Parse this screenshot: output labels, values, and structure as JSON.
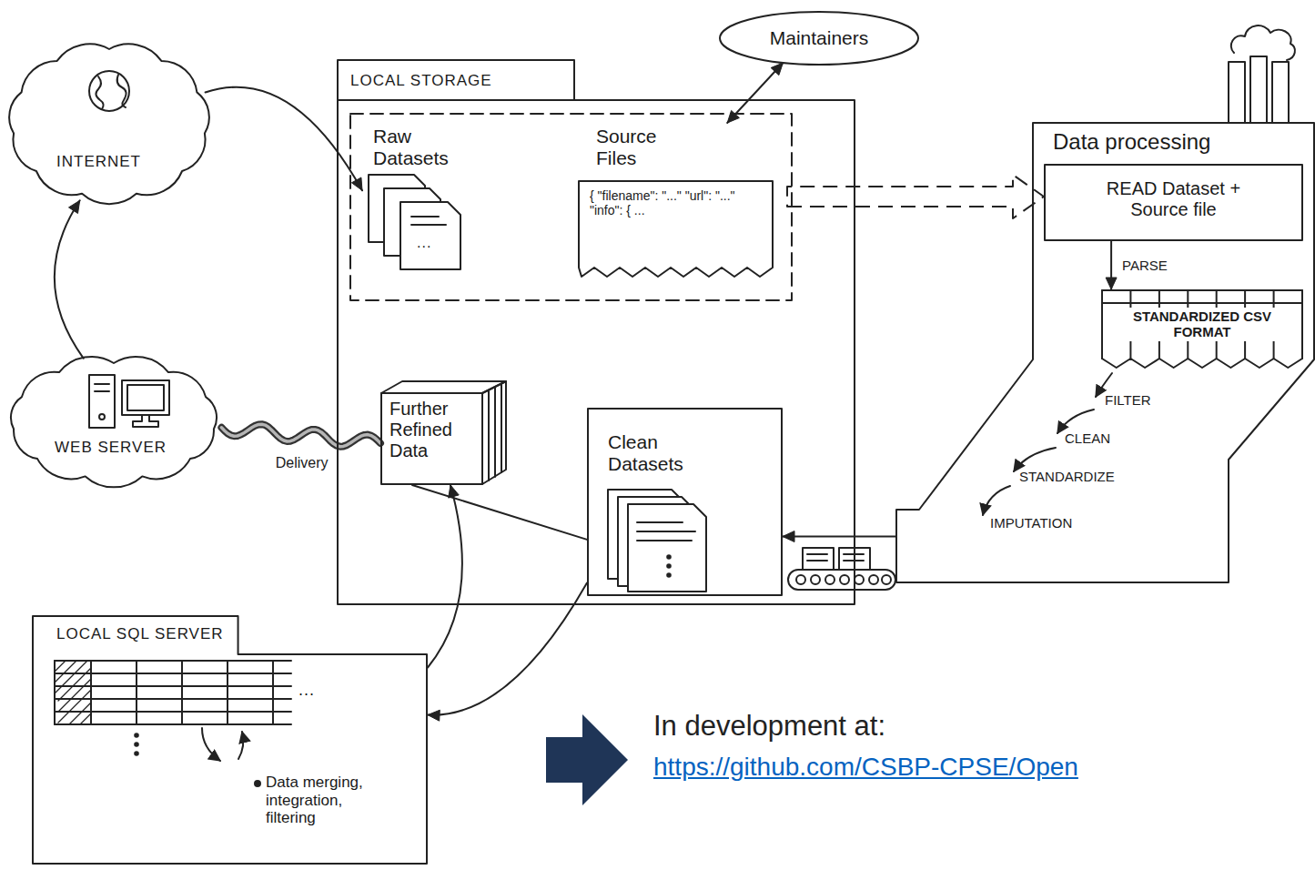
{
  "diagram": {
    "nodes": [
      {
        "text": [
          "INTERNET"
        ]
      },
      {
        "text": [
          "Maintainers"
        ]
      },
      {
        "text": [
          "LOCAL STORAGE"
        ]
      },
      {
        "text": [
          "Raw Datasets"
        ],
        "in": 2
      },
      {
        "text": [
          "Source Files"
        ],
        "in": 2
      },
      {
        "text": [
          "{ \"filename\": \"...\" \"url\": \"...\" \"info\": { ..."
        ],
        "in": 4
      },
      {
        "text": [
          "Further Refined Data"
        ],
        "in": 2
      },
      {
        "text": [
          "Clean Datasets"
        ],
        "in": 2
      },
      {
        "text": [
          "Data processing"
        ]
      },
      {
        "text": [
          "READ Dataset + Source file"
        ],
        "in": 8
      },
      {
        "text": [
          "STANDARDIZED CSV FORMAT"
        ],
        "in": 8
      },
      {
        "text": [
          "WEB SERVER"
        ]
      },
      {
        "text": [
          "LOCAL SQL SERVER",
          "Data merging, integration, filtering"
        ]
      }
    ],
    "edges": [
      {
        "from": 0,
        "to": 3,
        "arrow": "to"
      },
      {
        "from": 11,
        "to": 0,
        "arrow": "to"
      },
      {
        "from": 1,
        "to": 4,
        "arrow": "both"
      },
      {
        "from": 4,
        "to": 9,
        "arrow": "to"
      },
      {
        "from": 9,
        "to": 10,
        "arrow": "to",
        "label": "PARSE"
      },
      {
        "from": 8,
        "to": 7,
        "arrow": "to"
      },
      {
        "from": 7,
        "to": 12,
        "arrow": "to"
      },
      {
        "from": 12,
        "to": 6,
        "arrow": "to"
      },
      {
        "from": 6,
        "to": 7,
        "arrow": "none"
      },
      {
        "from": 6,
        "to": 11,
        "arrow": "none",
        "label": "Delivery"
      }
    ],
    "labels": [
      "...",
      "...",
      "FILTER",
      "CLEAN",
      "STANDARDIZE",
      "IMPUTATION",
      "In development at:",
      "https://github.com/CSBP-CPSE/Open"
    ]
  }
}
